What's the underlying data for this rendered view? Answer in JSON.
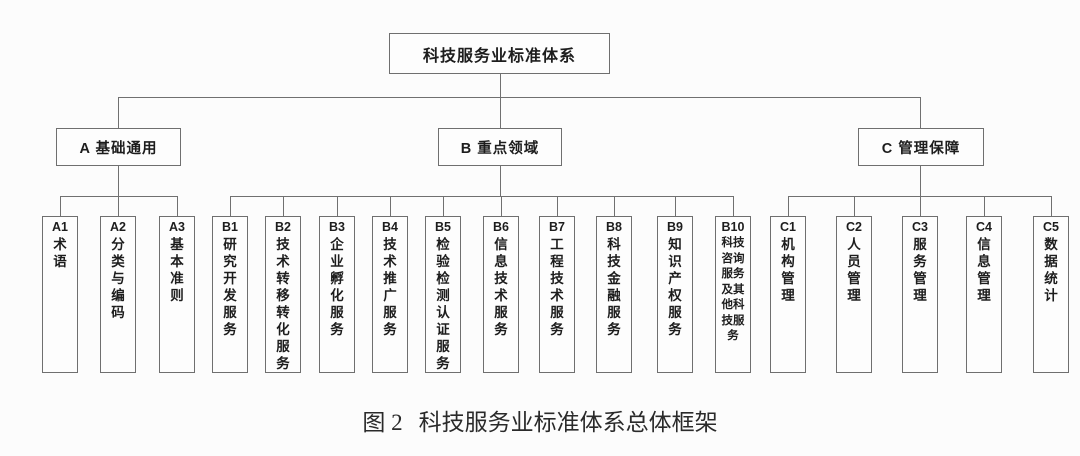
{
  "figure": {
    "root": {
      "label": "科技服务业标准体系"
    },
    "groups": [
      {
        "label": "A 基础通用",
        "children": [
          {
            "code": "A1",
            "label": "术语"
          },
          {
            "code": "A2",
            "label": "分类与编码"
          },
          {
            "code": "A3",
            "label": "基本准则"
          }
        ]
      },
      {
        "label": "B 重点领域",
        "children": [
          {
            "code": "B1",
            "label": "研究开发服务"
          },
          {
            "code": "B2",
            "label": "技术转移转化服务"
          },
          {
            "code": "B3",
            "label": "企业孵化服务"
          },
          {
            "code": "B4",
            "label": "技术推广服务"
          },
          {
            "code": "B5",
            "label": "检验检测认证服务"
          },
          {
            "code": "B6",
            "label": "信息技术服务"
          },
          {
            "code": "B7",
            "label": "工程技术服务"
          },
          {
            "code": "B8",
            "label": "科技金融服务"
          },
          {
            "code": "B9",
            "label": "知识产权服务"
          },
          {
            "code": "B10",
            "label": "科技咨询服务及其他科技服务"
          }
        ]
      },
      {
        "label": "C 管理保障",
        "children": [
          {
            "code": "C1",
            "label": "机构管理"
          },
          {
            "code": "C2",
            "label": "人员管理"
          },
          {
            "code": "C3",
            "label": "服务管理"
          },
          {
            "code": "C4",
            "label": "信息管理"
          },
          {
            "code": "C5",
            "label": "数据统计"
          }
        ]
      }
    ],
    "caption": {
      "prefix": "图 2",
      "title": "科技服务业标准体系总体框架"
    }
  }
}
